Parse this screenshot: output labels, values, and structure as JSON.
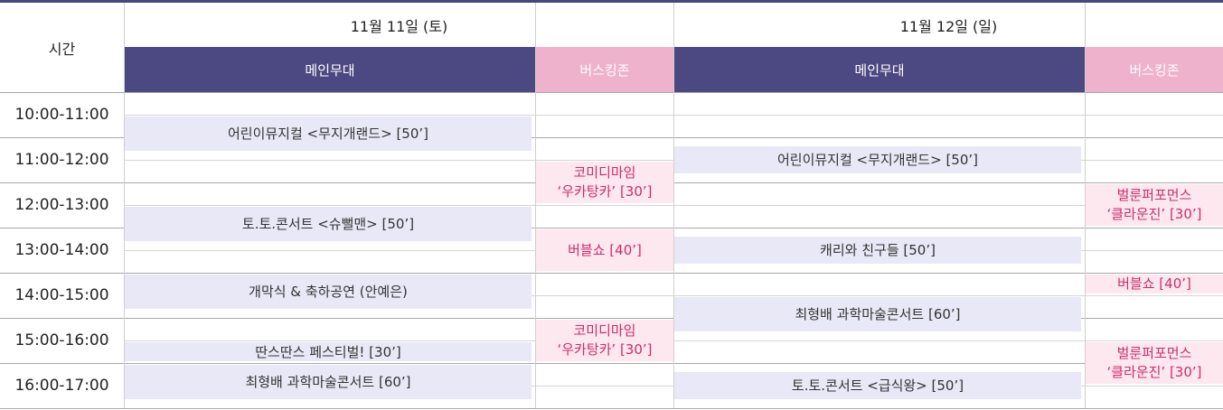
{
  "header": {
    "time_label": "시간",
    "day1": "11월 11일 (토)",
    "day2": "11월 12일 (일)",
    "stage_main": "메인무대",
    "stage_busking": "버스킹존"
  },
  "times": [
    "10:00-11:00",
    "11:00-12:00",
    "12:00-13:00",
    "13:00-14:00",
    "14:00-15:00",
    "15:00-16:00",
    "16:00-17:00"
  ],
  "day1": {
    "main": [
      {
        "start": "10:30",
        "end": "11:20",
        "title": "어린이뮤지컬 <무지개랜드> [50’]"
      },
      {
        "start": "12:30",
        "end": "13:20",
        "title": "토.토.콘서트 <슈뻘맨> [50’]"
      },
      {
        "start": "14:00",
        "end": "14:50",
        "title": "개막식 & 축하공연 (안예은)"
      },
      {
        "start": "15:30",
        "end": "16:00",
        "title": "딴스딴스 페스티벌! [30’]"
      },
      {
        "start": "16:00",
        "end": "16:50",
        "title": "최형배 과학마술콘서트 [60’]"
      }
    ],
    "busking": [
      {
        "start": "11:30",
        "end": "12:30",
        "title": "코미디마임\n‘우카탕카’ [30’]"
      },
      {
        "start": "13:00",
        "end": "14:00",
        "title": "버블쇼 [40’]"
      },
      {
        "start": "15:00",
        "end": "16:00",
        "title": "코미디마임\n‘우카탕카’ [30’]"
      }
    ]
  },
  "day2": {
    "main": [
      {
        "start": "11:10",
        "end": "11:50",
        "title": "어린이뮤지컬 <무지개랜드> [50’]"
      },
      {
        "start": "13:10",
        "end": "13:50",
        "title": "캐리와 친구들 [50’]"
      },
      {
        "start": "14:30",
        "end": "15:20",
        "title": "최형배 과학마술콘서트 [60’]"
      },
      {
        "start": "16:10",
        "end": "16:50",
        "title": "토.토.콘서트 <급식왕> [50’]"
      }
    ],
    "busking": [
      {
        "start": "12:00",
        "end": "13:00",
        "title": "벌룬퍼포먼스\n‘클라운진’ [30’]"
      },
      {
        "start": "14:00",
        "end": "14:30",
        "title": "버블쇼 [40’]"
      },
      {
        "start": "15:30",
        "end": "16:30",
        "title": "벌룬퍼포먼스\n‘클라운진’ [30’]"
      }
    ]
  }
}
